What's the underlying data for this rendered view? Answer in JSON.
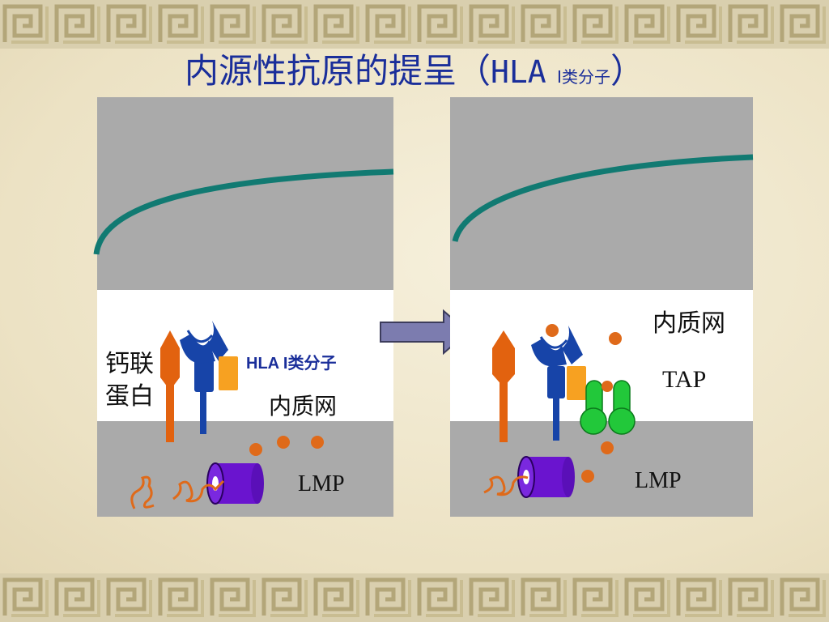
{
  "title": {
    "main": "内源性抗原的提呈（",
    "hla": "HLA",
    "roman": "I",
    "cls": "类分子",
    "close": "）"
  },
  "left_panel": {
    "calnexin_label_line1": "钙联",
    "calnexin_label_line2": "蛋白",
    "hla_label": "HLA I类分子",
    "er_label": "内质网",
    "lmp_label": "LMP"
  },
  "right_panel": {
    "er_label": "内质网",
    "tap_label": "TAP",
    "lmp_label": "LMP"
  },
  "colors": {
    "panel_gray": "#aaaaaa",
    "er_white": "#ffffff",
    "membrane_teal": "#117a72",
    "calnexin_orange": "#e2620f",
    "hla_blue": "#1744a8",
    "beta2m_orange": "#f7a121",
    "peptide_dot": "#df6a1a",
    "tap_green": "#22c83a",
    "lmp_purple": "#6a14cf",
    "arrow_fill": "#7c7caf",
    "title_blue": "#1a2e9a"
  }
}
